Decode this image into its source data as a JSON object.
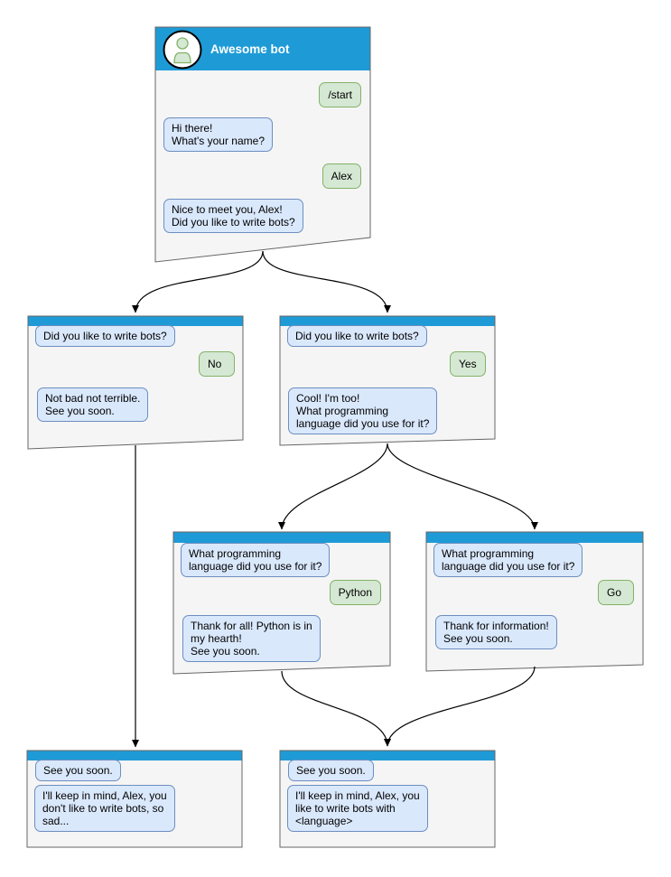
{
  "diagram_type": "chatbot-conversation-flowchart",
  "colors": {
    "window_header": "#1E9BD7",
    "window_body": "#F5F5F5",
    "window_outline": "#666666",
    "bot_bubble_fill": "#DAE8FC",
    "bot_bubble_border": "#6C8EBF",
    "user_bubble_fill": "#D5E8D4",
    "user_bubble_border": "#82B366",
    "arrow": "#000000",
    "title_text": "#FFFFFF"
  },
  "icons": {
    "avatar": "person-in-circle"
  },
  "windows": [
    {
      "id": "main",
      "title": "Awesome bot",
      "messages": [
        {
          "sender": "user",
          "text": "/start"
        },
        {
          "sender": "bot",
          "text": "Hi there!\nWhat's your name?"
        },
        {
          "sender": "user",
          "text": "Alex"
        },
        {
          "sender": "bot",
          "text": "Nice to meet you, Alex!\nDid you like to write bots?"
        }
      ]
    },
    {
      "id": "branch-no",
      "messages": [
        {
          "sender": "bot",
          "text": "Did you like to write bots?"
        },
        {
          "sender": "user",
          "text": "No"
        },
        {
          "sender": "bot",
          "text": "Not bad not terrible.\nSee you soon."
        }
      ]
    },
    {
      "id": "branch-yes",
      "messages": [
        {
          "sender": "bot",
          "text": "Did you like to write bots?"
        },
        {
          "sender": "user",
          "text": "Yes"
        },
        {
          "sender": "bot",
          "text": "Cool! I'm too!\nWhat programming\nlanguage did you use for it?"
        }
      ]
    },
    {
      "id": "branch-python",
      "messages": [
        {
          "sender": "bot",
          "text": "What programming\nlanguage did you use for it?"
        },
        {
          "sender": "user",
          "text": "Python"
        },
        {
          "sender": "bot",
          "text": "Thank for all! Python is in\nmy hearth!\nSee you soon."
        }
      ]
    },
    {
      "id": "branch-go",
      "messages": [
        {
          "sender": "bot",
          "text": "What programming\nlanguage did you use for it?"
        },
        {
          "sender": "user",
          "text": "Go"
        },
        {
          "sender": "bot",
          "text": "Thank for information!\nSee you soon."
        }
      ]
    },
    {
      "id": "end-no",
      "messages": [
        {
          "sender": "bot",
          "text": "See you soon."
        },
        {
          "sender": "bot",
          "text": "I'll keep in mind, Alex, you\ndon't like to write bots, so\nsad..."
        }
      ]
    },
    {
      "id": "end-yes",
      "messages": [
        {
          "sender": "bot",
          "text": "See you soon."
        },
        {
          "sender": "bot",
          "text": "I'll keep in mind, Alex, you\nlike to write bots with\n<language>"
        }
      ]
    }
  ]
}
